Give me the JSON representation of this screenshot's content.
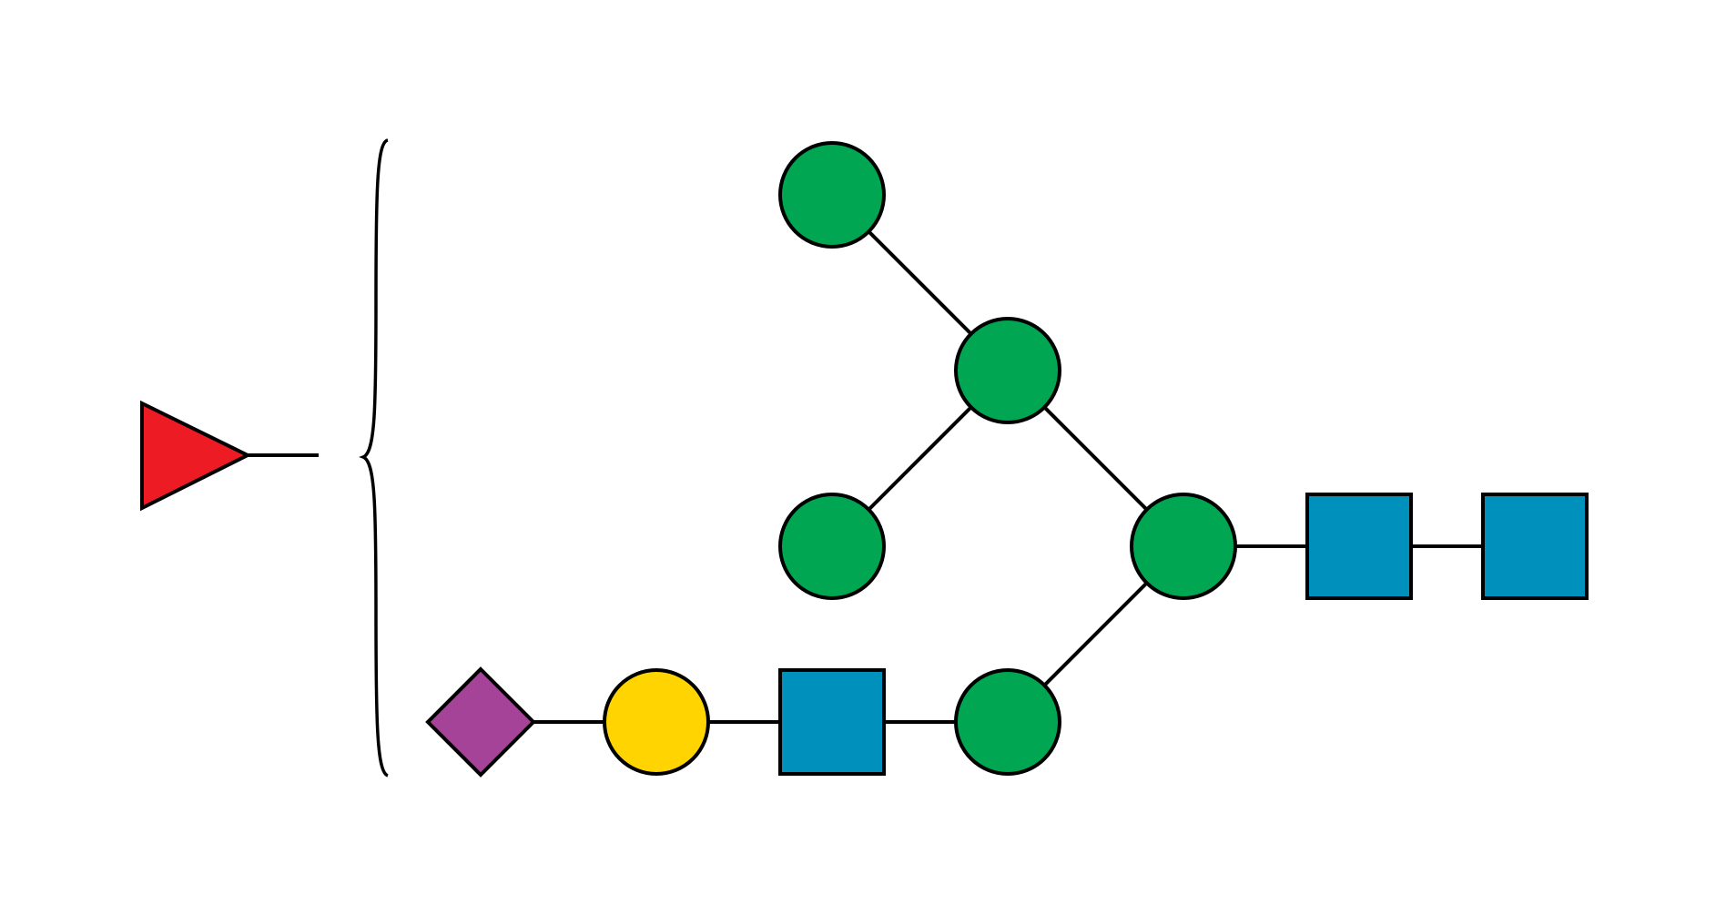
{
  "diagram": {
    "type": "glycan-snfg",
    "colors": {
      "mannose": "#00A651",
      "galactose": "#FFD400",
      "glcnac": "#0090BC",
      "fucose": "#ED1C24",
      "neu5ac": "#A54399",
      "outline": "#000000",
      "background": "#FFFFFF"
    },
    "residues": [
      {
        "id": "glcnac-1",
        "kind": "glcnac",
        "shape": "square"
      },
      {
        "id": "glcnac-2",
        "kind": "glcnac",
        "shape": "square"
      },
      {
        "id": "man-core",
        "kind": "mannose",
        "shape": "circle"
      },
      {
        "id": "man-upper-branch",
        "kind": "mannose",
        "shape": "circle"
      },
      {
        "id": "man-top",
        "kind": "mannose",
        "shape": "circle"
      },
      {
        "id": "man-middle",
        "kind": "mannose",
        "shape": "circle"
      },
      {
        "id": "man-lower-branch",
        "kind": "mannose",
        "shape": "circle"
      },
      {
        "id": "glcnac-antenna",
        "kind": "glcnac",
        "shape": "square"
      },
      {
        "id": "gal-antenna",
        "kind": "galactose",
        "shape": "circle"
      },
      {
        "id": "neu5ac-terminal",
        "kind": "neu5ac",
        "shape": "diamond"
      },
      {
        "id": "fucose-undetermined",
        "kind": "fucose",
        "shape": "triangle"
      }
    ],
    "linkages": [
      [
        "glcnac-1",
        "glcnac-2"
      ],
      [
        "glcnac-2",
        "man-core"
      ],
      [
        "man-core",
        "man-upper-branch"
      ],
      [
        "man-upper-branch",
        "man-top"
      ],
      [
        "man-upper-branch",
        "man-middle"
      ],
      [
        "man-core",
        "man-lower-branch"
      ],
      [
        "man-lower-branch",
        "glcnac-antenna"
      ],
      [
        "glcnac-antenna",
        "gal-antenna"
      ],
      [
        "gal-antenna",
        "neu5ac-terminal"
      ]
    ],
    "undetermined_attachment": {
      "residue": "fucose-undetermined",
      "bracket": "curly-brace"
    }
  }
}
